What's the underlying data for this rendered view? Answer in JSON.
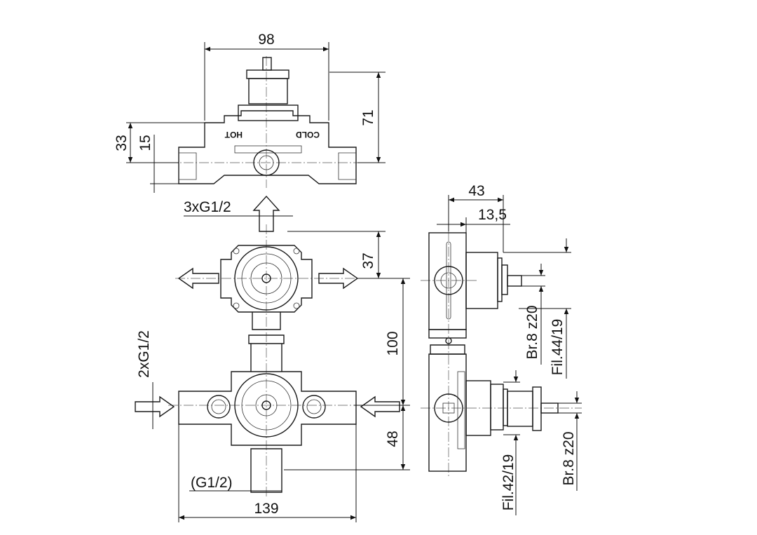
{
  "title": "Concealed thermostatic mixing valve body – dimensional drawing",
  "top_view": {
    "width": "98",
    "height": "71",
    "dim_33": "33",
    "dim_15": "15",
    "hot_label": "HOT",
    "cold_label": "COLD"
  },
  "front_view": {
    "connections_top": "3xG1/2",
    "dim_37": "37",
    "dim_100": "100",
    "connections_side": "2xG1/2",
    "dim_48": "48",
    "outlet": "(G1/2)",
    "total_width": "139"
  },
  "side_view": {
    "depth": "43",
    "offset": "13,5",
    "upper_spline": "Br.8 z20",
    "upper_thread": "Fil.44/19",
    "lower_thread": "Fil.42/19",
    "lower_spline": "Br.8 z20"
  },
  "colors": {
    "line": "#1a1a1a",
    "background": "#ffffff"
  }
}
